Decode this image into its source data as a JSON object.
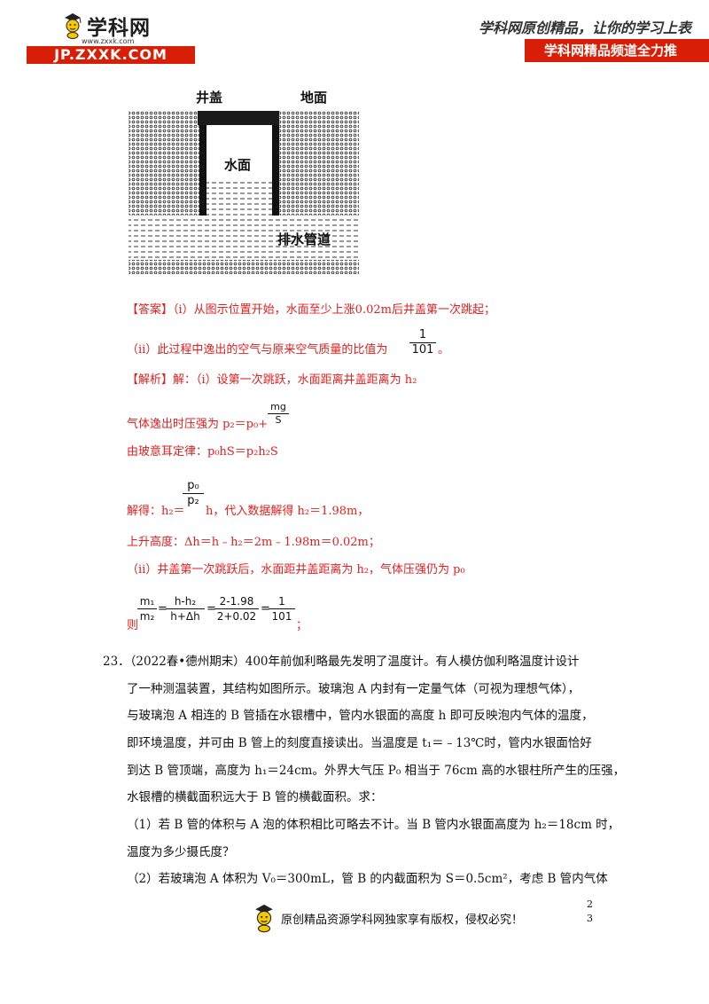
{
  "header": {
    "logo_name": "学科网",
    "logo_small": "www.zxxk.com",
    "logo_bar": "JP.ZXXK.COM",
    "slogan": "学科网原创精品，让你的学习上表",
    "slogan_bar": "学科网精品频道全力推"
  },
  "figure": {
    "label_cover": "井盖",
    "label_ground": "地面",
    "label_water": "水面",
    "label_pipe": "排水管道"
  },
  "answer": {
    "l1_tag": "【答案】",
    "l1_text": "（i）从图示位置开始，水面至少上涨0.02m后井盖第一次跳起；",
    "l2_text": "（ii）此过程中逸出的空气与原来空气质量的比值为",
    "l2_num": "1",
    "l2_den": "101",
    "l2_end": "。"
  },
  "analysis": {
    "l1_tag": "【解析】",
    "l1_text": "解：（i）设第一次跳跃，水面距离井盖距离为 h₂",
    "l2_text": "气体逸出时压强为 p₂＝p₀+",
    "l2_num": "mg",
    "l2_den": "S",
    "l3_text": "由玻意耳定律：p₀hS＝p₂h₂S",
    "l4_text": "解得：h₂＝",
    "l4_num": "p₀",
    "l4_den": "p₂",
    "l4_end": "h，代入数据解得 h₂＝1.98m，",
    "l5_text": "上升高度：Δh＝h﹣h₂＝2m﹣1.98m＝0.02m；",
    "l6_text": "（ii）井盖第一次跳跃后，水面距井盖距离为 h₂，气体压强仍为 p₀",
    "l7_prefix": "则",
    "l7_f1_num": "m₁",
    "l7_f1_den": "m₂",
    "l7_f2_num": "h-h₂",
    "l7_f2_den": "h+Δh",
    "l7_f3_num": "2-1.98",
    "l7_f3_den": "2+0.02",
    "l7_f4_num": "1",
    "l7_f4_den": "101",
    "l7_end": "；"
  },
  "question": {
    "q_l1": "23．（2022春•德州期末）400年前伽利略最先发明了温度计。有人模仿伽利略温度计设计",
    "q_l2": "了一种测温装置，其结构如图所示。玻璃泡 A 内封有一定量气体（可视为理想气体），",
    "q_l3": "与玻璃泡 A 相连的 B 管插在水银槽中，管内水银面的高度 h 即可反映泡内气体的温度，",
    "q_l4": "即环境温度，并可由 B 管上的刻度直接读出。当温度是 t₁＝﹣13℃时，管内水银面恰好",
    "q_l5": "到达 B 管顶端，高度为 h₁＝24cm。外界大气压 P₀ 相当于 76cm 高的水银柱所产生的压强，",
    "q_l6": "水银槽的横截面积远大于 B 管的横截面积。求：",
    "q_l7": "（1）若 B 管的体积与 A 泡的体积相比可略去不计。当 B 管内水银面高度为 h₂＝18cm 时，",
    "q_l8": "温度为多少摄氏度？",
    "q_l9": "（2）若玻璃泡 A 体积为 V₀＝300mL，管 B 的内截面积为 S＝0.5cm²，考虑 B 管内气体"
  },
  "footer": {
    "text": "原创精品资源学科网独家享有版权，侵权必究！",
    "page_top": "2",
    "page_bottom": "3"
  },
  "colors": {
    "accent_red": "#d81e06",
    "answer_red": "#e02020"
  }
}
